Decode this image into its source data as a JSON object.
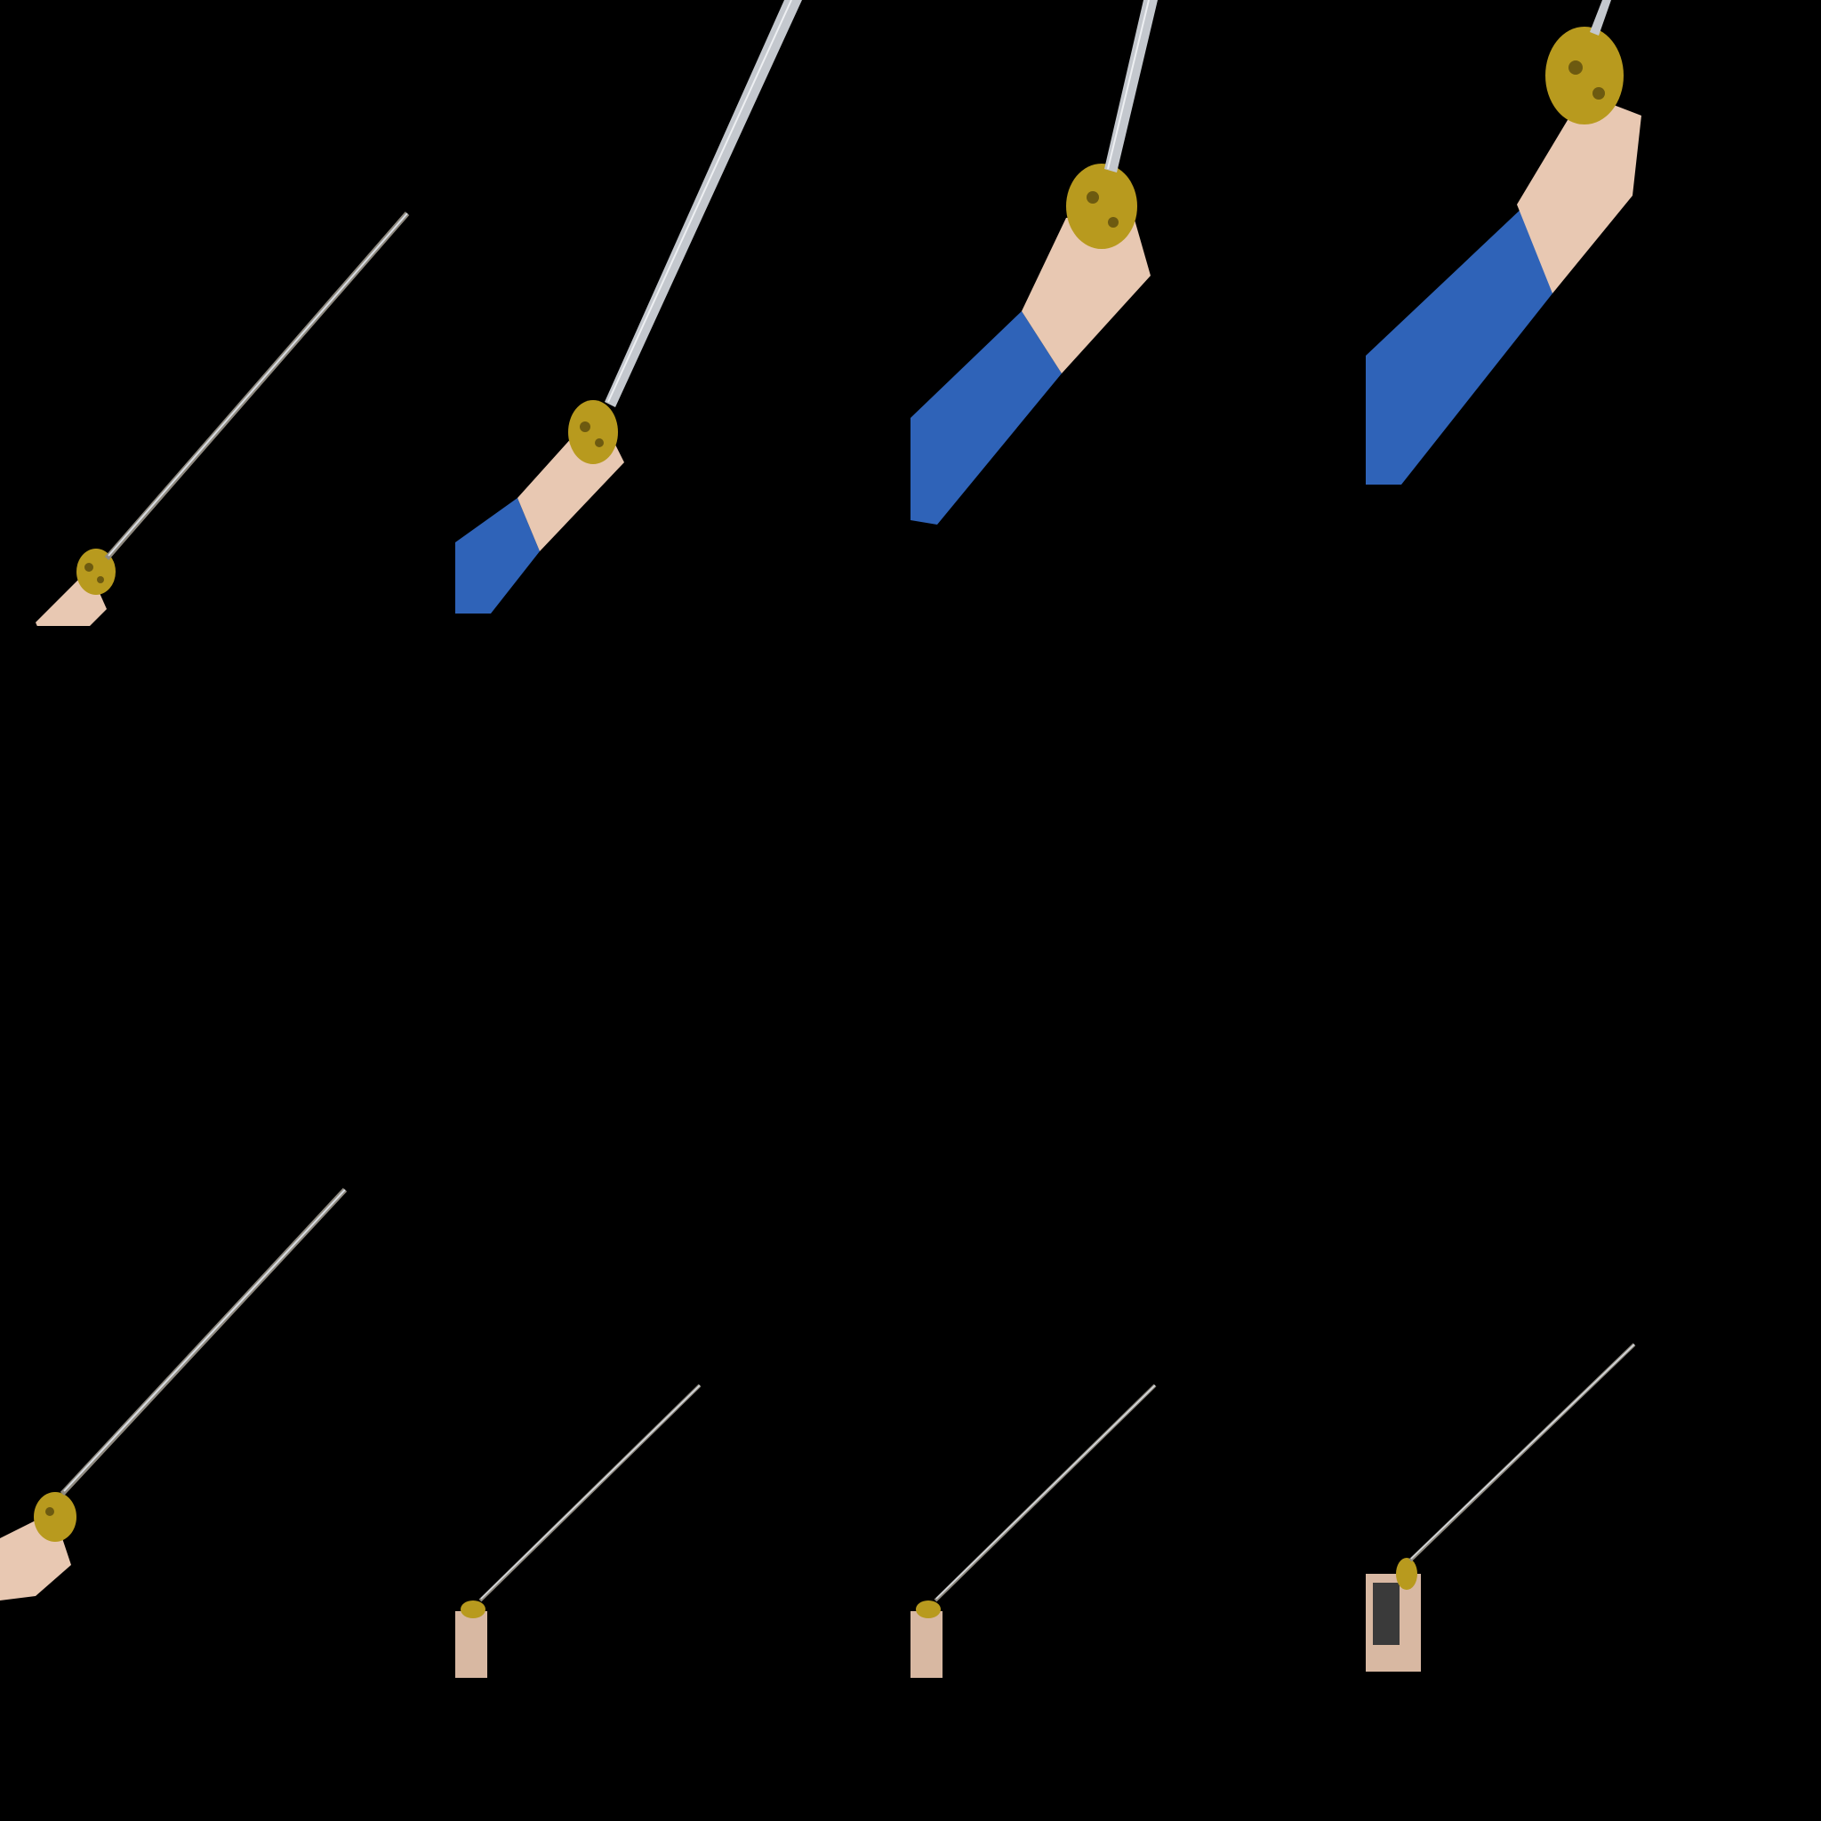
{
  "sprite_sheet": {
    "background_color": "#000000",
    "colors": {
      "sleeve": "#2f63b8",
      "sleeve_shade": "#244f96",
      "skin": "#e8c8b2",
      "skin_shade": "#c9a58e",
      "guard": "#b89a1e",
      "guard_dark": "#6d5a10",
      "blade_light": "#d9dde3",
      "blade_dark": "#8f8a80",
      "grip": "#d8b8a2",
      "grip_dark": "#3a3a3a"
    },
    "frames": [
      {
        "id": "frame-1",
        "pose": "arm-extended-blade-diagonal"
      },
      {
        "id": "frame-2",
        "pose": "arm-raised-blade-up"
      },
      {
        "id": "frame-3",
        "pose": "arm-high-blade-vertical"
      },
      {
        "id": "frame-4",
        "pose": "arm-top-blade-vertical"
      },
      {
        "id": "frame-5",
        "pose": "hand-only-blade-diagonal"
      },
      {
        "id": "frame-6",
        "pose": "sword-only-small"
      },
      {
        "id": "frame-7",
        "pose": "sword-only-small"
      },
      {
        "id": "frame-8",
        "pose": "sword-only-dark-grip"
      }
    ]
  }
}
